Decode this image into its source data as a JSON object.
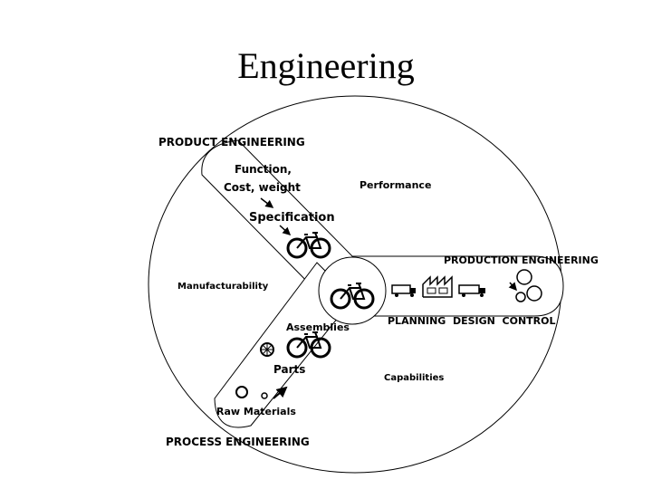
{
  "title": "Engineering",
  "labels": {
    "product_engineering": "PRODUCT ENGINEERING",
    "function_cost_line1": "Function,",
    "function_cost_line2": "Cost, weight",
    "specification": "Specification",
    "performance": "Performance",
    "production_engineering": "PRODUCTION ENGINEERING",
    "manufacturability": "Manufacturability",
    "assemblies": "Assemblies",
    "planning_design_control": "PLANNING  DESIGN  CONTROL",
    "parts": "Parts",
    "capabilities": "Capabilities",
    "raw_materials": "Raw Materials",
    "process_engineering": "PROCESS ENGINEERING"
  },
  "icons": [
    "bicycle-icon",
    "wheel-icon",
    "material-circle-icon",
    "truck-icon",
    "factory-icon",
    "flow-cycle-icon",
    "arrow-icon"
  ]
}
